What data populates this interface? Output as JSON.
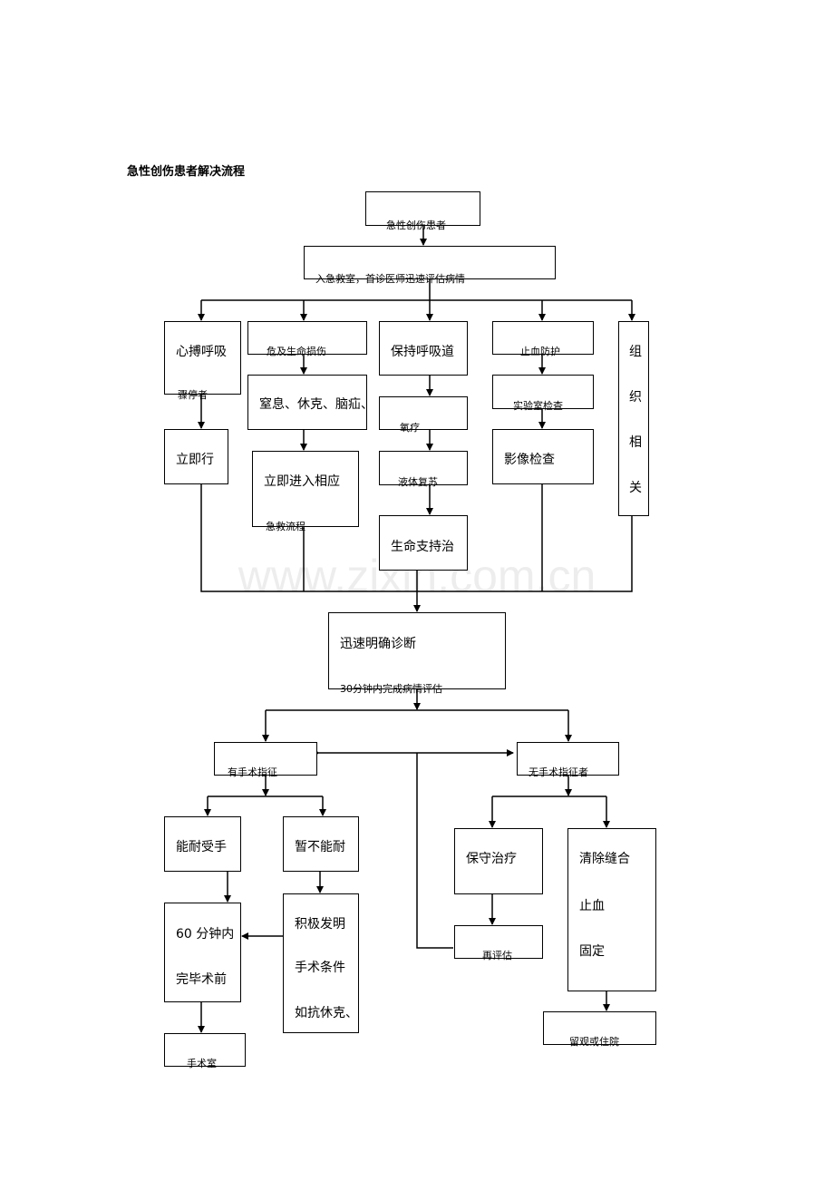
{
  "title": "急性创伤患者解决流程",
  "watermark": "www.zixin.com.cn",
  "nodes": {
    "n_start": [
      "急性创伤患者"
    ],
    "n_triage": [
      "入急救室，首诊医师迅速评估病情"
    ],
    "n_cardiac": [
      "心搏呼吸",
      "骤停者"
    ],
    "n_cpr": [
      "立即行"
    ],
    "n_critical": [
      "危及生命损伤"
    ],
    "n_asphyx": [
      "窒息、休克、脑疝、"
    ],
    "n_enter": [
      "立即进入相应",
      "急救流程"
    ],
    "n_airway": [
      "保持呼吸道"
    ],
    "n_oxygen": [
      "氧疗"
    ],
    "n_fluid": [
      "液体复苏"
    ],
    "n_life": [
      "生命支持治"
    ],
    "n_hemostasis": [
      "止血防护"
    ],
    "n_lab": [
      "实验室检查"
    ],
    "n_imaging": [
      "影像检查"
    ],
    "n_consult": [
      "组",
      "织",
      "相",
      "关"
    ],
    "n_diag": [
      "迅速明确诊断",
      "30分钟内完成病情评估"
    ],
    "n_surg": [
      "有手术指征"
    ],
    "n_nosurg": [
      "无手术指征者"
    ],
    "n_tolerate": [
      "能耐受手"
    ],
    "n_cannot": [
      "暂不能耐"
    ],
    "n_60min": [
      "60 分钟内",
      "完毕术前"
    ],
    "n_active": [
      "积极发明",
      "手术条件",
      "如抗休克、"
    ],
    "n_or": [
      "手术室"
    ],
    "n_conserv": [
      "保守治疗"
    ],
    "n_debride": [
      "清除缝合",
      "止血",
      "固定"
    ],
    "n_observe": [
      "再评估"
    ],
    "n_admit": [
      "留观或住院"
    ]
  }
}
